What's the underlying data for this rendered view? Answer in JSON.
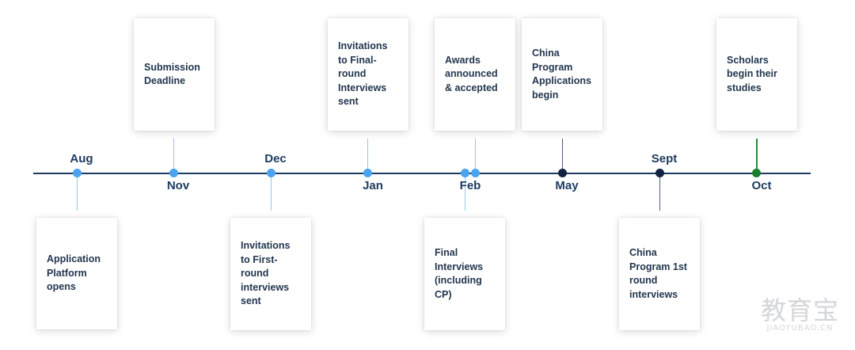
{
  "colors": {
    "axis": "#1e3a5f",
    "month_text": "#1e3a5f",
    "card_text": "#22364f",
    "light_blue": "#4aa3f0",
    "connector_light": "#8ccaf3",
    "navy": "#12233f",
    "connector_navy": "#4c6178",
    "green": "#1a7f2d",
    "connector_green": "#2f8a3a"
  },
  "months": {
    "aug": "Aug",
    "nov": "Nov",
    "dec": "Dec",
    "jan": "Jan",
    "feb": "Feb",
    "may": "May",
    "sept": "Sept",
    "oct": "Oct"
  },
  "events": {
    "application_platform": "Application\nPlatform\nopens",
    "submission_deadline": "Submission\nDeadline",
    "first_round_invitations": "Invitations\nto First-\nround\ninterviews\nsent",
    "final_round_invitations": "Invitations\nto Final-\nround\nInterviews\nsent",
    "final_interviews": "Final\nInterviews\n(including\nCP)",
    "awards": "Awards\nannounced\n& accepted",
    "china_applications": "China\nProgram\nApplications\nbegin",
    "china_first_round": "China\nProgram 1st\nround\ninterviews",
    "scholars_begin": "Scholars\nbegin their\nstudies"
  },
  "watermark": {
    "main": "教育宝",
    "sub": "JIAOYUBAO.CN"
  }
}
